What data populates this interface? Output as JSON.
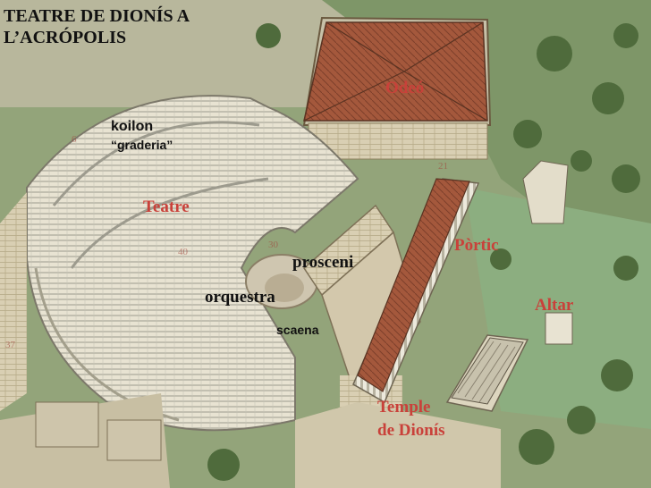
{
  "title": "TEATRE DE DIONÍS A\nL’ACRÓPOLIS",
  "labels": {
    "odeo": "Odeó",
    "koilon": "koilon",
    "graderia": "“graderia”",
    "teatre": "Teatre",
    "portic": "Pòrtic",
    "prosceni": "prosceni",
    "orquestra": "orquestra",
    "altar": "Altar",
    "scaena": "scaena",
    "temple": "Temple\nde Dionís"
  },
  "ghost_marks": [
    "6",
    "40",
    "37",
    "30",
    "21"
  ]
}
